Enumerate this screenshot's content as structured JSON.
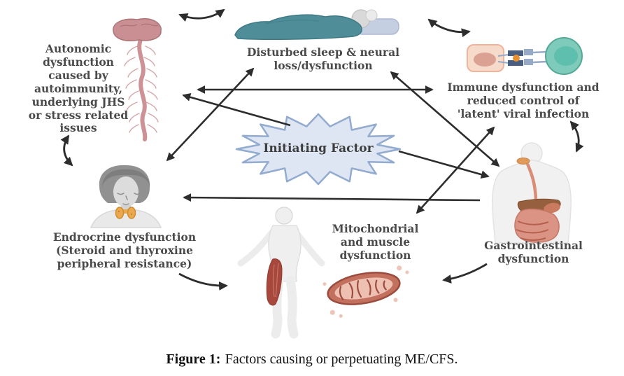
{
  "figure": {
    "caption": {
      "label": "Figure 1:",
      "text": "Factors causing or perpetuating ME/CFS."
    }
  },
  "center": {
    "label": "Initiating Factor",
    "shape": "starburst",
    "fill": "#dde6f2",
    "stroke": "#92abce"
  },
  "nodes": {
    "autonomic": {
      "label": "Autonomic\ndysfunction\ncaused by\nautoimmunity,\nunderlying JHS\nor stress related\nissues",
      "illustration": "brain-and-spinal-cord"
    },
    "sleep": {
      "label": "Disturbed sleep & neural\nloss/dysfunction",
      "illustration": "person-sleeping"
    },
    "immune": {
      "label": "Immune dysfunction and\nreduced control of\n'latent' viral infection",
      "illustration": "immune-cell-and-infected-cell"
    },
    "endocrine": {
      "label": "Endrocrine dysfunction\n(Steroid and thyroxine\nperipheral resistance)",
      "illustration": "woman-with-highlighted-thyroid"
    },
    "mitochondrial": {
      "label": "Mitochondrial\nand muscle\ndysfunction",
      "illustration": "body-with-muscle-and-mitochondrion"
    },
    "gastrointestinal": {
      "label": "Gastrointestinal\ndysfunction",
      "illustration": "torso-with-digestive-tract"
    }
  },
  "arrows": {
    "color": "#2d2d2d"
  }
}
